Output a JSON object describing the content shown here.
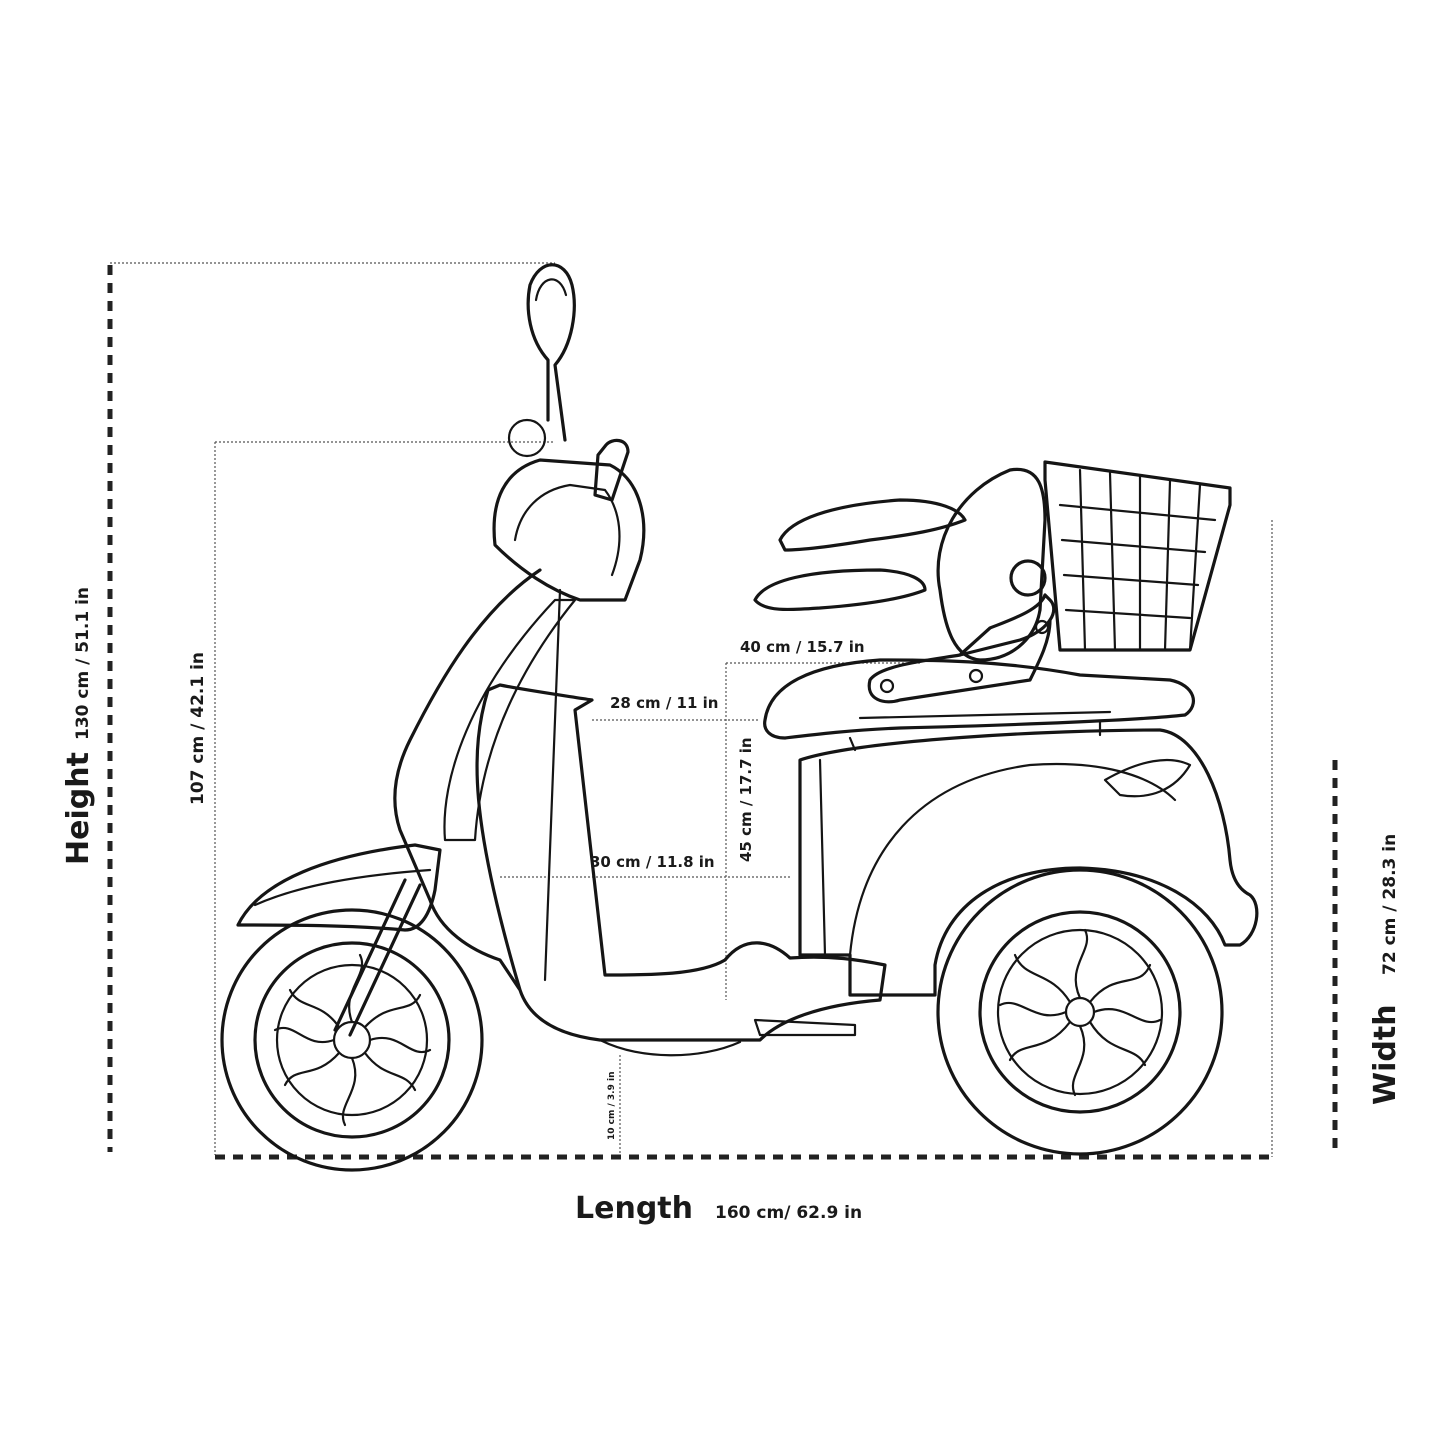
{
  "dimensions": {
    "height": {
      "label": "Height",
      "value": "130 cm / 51.1 in"
    },
    "handlebar_height": {
      "value": "107 cm / 42.1 in"
    },
    "length": {
      "label": "Length",
      "value": "160 cm/ 62.9 in"
    },
    "width": {
      "label": "Width",
      "value": "72 cm / 28.3 in"
    },
    "seat_width": {
      "value": "40 cm / 15.7 in"
    },
    "seat_height": {
      "value": "45 cm / 17.7 in"
    },
    "legroom_top": {
      "value": "28 cm / 11 in"
    },
    "legroom_mid": {
      "value": "30 cm / 11.8 in"
    },
    "ground_clearance": {
      "value": "10 cm / 3.9 in"
    }
  }
}
